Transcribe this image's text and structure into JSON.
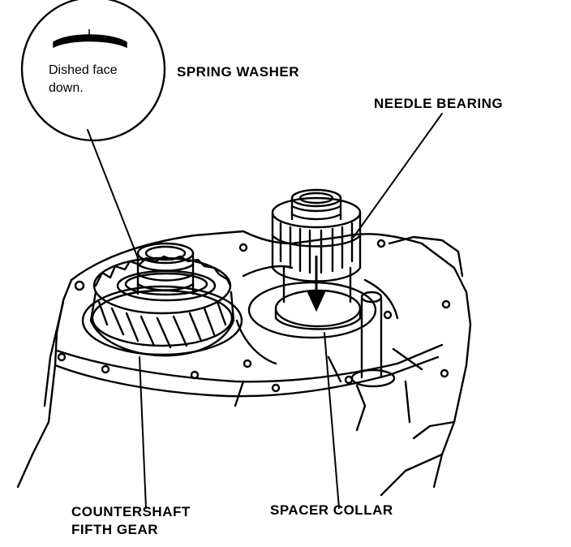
{
  "labels": {
    "spring_washer": "SPRING WASHER",
    "needle_bearing": "NEEDLE BEARING",
    "countershaft_line1": "COUNTERSHAFT",
    "countershaft_line2": "FIFTH GEAR",
    "spacer_collar": "SPACER COLLAR"
  },
  "callout": {
    "line1": "Dished face",
    "line2": "down."
  },
  "icons": [
    "washer-profile-icon",
    "down-arrow-icon"
  ],
  "colors": {
    "ink": "#000000",
    "paper": "#ffffff"
  }
}
